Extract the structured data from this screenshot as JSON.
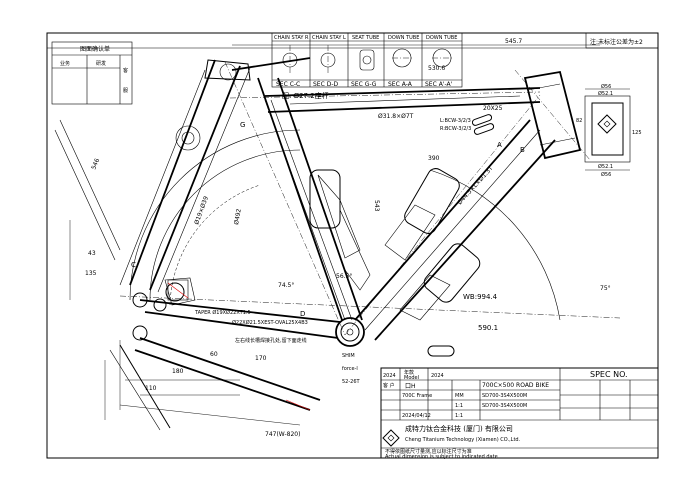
{
  "corner_note": "注:未标注公差为±2",
  "spec_no": "SPEC NO.",
  "approval_box": {
    "title": "图面确认单",
    "col1": "业务",
    "col2": "研发",
    "col3": "客",
    "col4": "服"
  },
  "sections": {
    "headers": [
      "CHAIN STAY R",
      "CHAIN STAY L",
      "SEAT TUBE",
      "DOWN TUBE",
      "DOWN TUBE"
    ],
    "labels": [
      "SEC C-C",
      "SEC D-D",
      "SEC G-G",
      "SEC A-A",
      "SEC A'-A'"
    ]
  },
  "dims": {
    "d545": "545.7",
    "d530": "530.6",
    "d390": "390",
    "d590": "590.1",
    "wb": "WB:994.4",
    "seatpost": "配: Ø27.2座杆",
    "tube_a": "Ø31.8×Ø7T",
    "tube_b": "Ø44.5×L×Ø1.3T",
    "tube_c": "Ø19×Ø39",
    "d546": "546",
    "d543": "543",
    "d492": "Ø492",
    "d180": "180",
    "d110": "110",
    "d135": "135",
    "d43": "43",
    "d56": "Ø56",
    "d521": "Ø52.1",
    "d82": "82",
    "d125": "125",
    "d2025": "20X25",
    "bcw": "L:BCW-3/2/3",
    "bcw2": "R:BCW-3/2/3",
    "taper": "TAPER Ø19XØ22XT1.5",
    "oval": "Ø22XØ21.5XEST-OVAL25X4B3",
    "cable": "左右线长槽焊接孔处,留下面走线",
    "angle": "75°",
    "angle2": "56.5°",
    "angle3": "74.5°",
    "d747": "747(W-820)",
    "shim": "SHIM",
    "shim2": "force-l",
    "shim3": "52-26T",
    "d170": "170",
    "d60": "60",
    "g": "G",
    "a": "A",
    "b": "B",
    "c": "C",
    "d": "D"
  },
  "title_block": {
    "year": "2024",
    "model_label": "年款",
    "model_sub": "Model",
    "model_year": "2024",
    "customer_label": "客 户",
    "customer_value": "口H",
    "product_label": "700C×500  ROAD BIKE",
    "frame_label": "700C Frame",
    "unit_label": "MM",
    "unit_value": "SD700-3S4X500M",
    "scale_label": "1:1",
    "part_no": "SD700-3S4X500M",
    "date": "2024/04/12",
    "qty": "1:1",
    "company_cn": "成特力钛合金科技 (厦门) 有限公司",
    "company_en": "Cheng Titanium Technology (Xiamen) CO.,Ltd.",
    "note_cn": "不得依图纸尺寸量测,应以标注尺寸为准",
    "note_en": "Actual dimension is subject to indicated date"
  }
}
